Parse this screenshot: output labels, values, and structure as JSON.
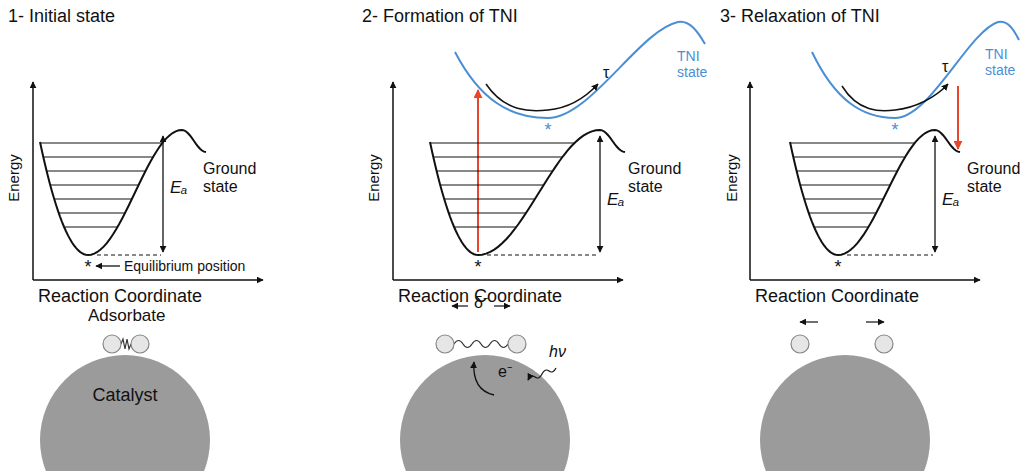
{
  "diagram": {
    "nodes": [
      {
        "text": [
          "Catalyst"
        ]
      }
    ],
    "labels": [
      "1- Initial state",
      "Energy",
      "Eₐ",
      "Ground state",
      "*",
      "Equilibrium position",
      "Reaction Coordinate",
      "Adsorbate",
      "2- Formation of TNI",
      "TNI state",
      "τ",
      "Energy",
      "Eₐ",
      "Ground state",
      "*",
      "*",
      "Reaction Coordinate",
      "δ⁻",
      "hν",
      "e⁻",
      "3- Relaxation of TNI",
      "TNI state",
      "τ",
      "Energy",
      "Eₐ",
      "Ground state",
      "*",
      "*",
      "Reaction Coordinate"
    ]
  }
}
